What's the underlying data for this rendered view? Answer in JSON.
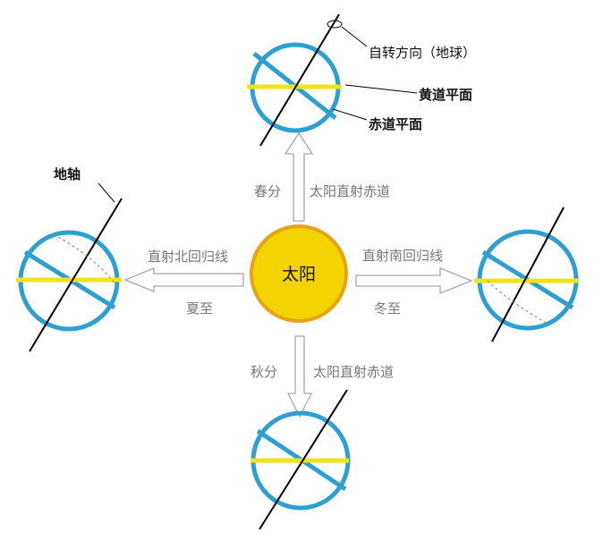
{
  "colors": {
    "earth_ring": "#2e9fd1",
    "ecliptic": "#f2e21a",
    "sun_fill": "#f3d400",
    "sun_edge": "#e6a317",
    "arrow_stroke": "#a8a8a8",
    "axis": "#000000"
  },
  "sun": {
    "label": "太阳"
  },
  "callouts": {
    "rotation": "自转方向（地球）",
    "ecliptic_plane": "黄道平面",
    "equator_plane": "赤道平面",
    "earth_axis": "地轴"
  },
  "positions": {
    "spring": {
      "season": "春分",
      "note": "太阳直射赤道"
    },
    "summer": {
      "season": "夏至",
      "note": "直射北回归线"
    },
    "winter": {
      "season": "冬至",
      "note": "直射南回归线"
    },
    "autumn": {
      "season": "秋分",
      "note": "太阳直射赤道"
    }
  }
}
